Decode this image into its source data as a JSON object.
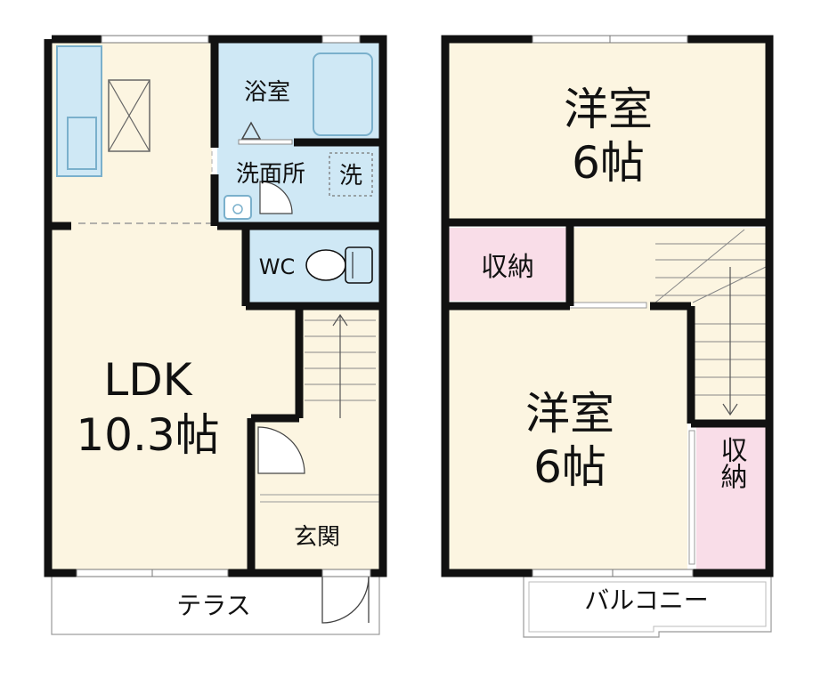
{
  "colors": {
    "room": "#fcf5e1",
    "wet": "#cfe8f5",
    "storage": "#f9dde8",
    "wall": "#111111",
    "fixture": "#7ab0cc"
  },
  "first_floor": {
    "ldk_label": "LDK",
    "ldk_size": "10.3帖",
    "bath_label": "浴室",
    "washroom_label": "洗面所",
    "washer_label": "洗",
    "wc_label": "WC",
    "entrance_label": "玄関",
    "terrace_label": "テラス"
  },
  "second_floor": {
    "room1_label": "洋室",
    "room1_size": "6帖",
    "room2_label": "洋室",
    "room2_size": "6帖",
    "storage1_label": "収納",
    "storage2_label": "収納",
    "balcony_label": "バルコニー"
  }
}
